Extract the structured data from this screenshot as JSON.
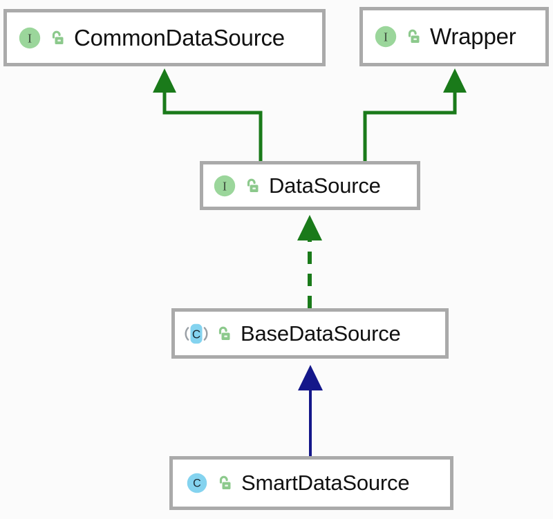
{
  "diagram": {
    "type": "uml-class-diagram",
    "background_color": "#fbfbfb",
    "node_border_color": "#aaaaaa",
    "node_fill_color": "#ffffff",
    "colors": {
      "interface_icon": "#9bd69b",
      "class_icon": "#84d3ef",
      "abstract_class_icon": "#84d3ef",
      "abstract_arc": "#9aa0a6",
      "lock_icon": "#8cc98c",
      "implements_edge": "#1a7a1a",
      "extends_edge": "#14178a",
      "label_text": "#111111"
    },
    "nodes": [
      {
        "id": "common-data-source",
        "label": "CommonDataSource",
        "kind": "interface",
        "kind_letter": "I",
        "visibility": "public",
        "visibility_icon": "unlocked-padlock-icon"
      },
      {
        "id": "wrapper",
        "label": "Wrapper",
        "kind": "interface",
        "kind_letter": "I",
        "visibility": "public",
        "visibility_icon": "unlocked-padlock-icon"
      },
      {
        "id": "data-source",
        "label": "DataSource",
        "kind": "interface",
        "kind_letter": "I",
        "visibility": "public",
        "visibility_icon": "unlocked-padlock-icon"
      },
      {
        "id": "base-data-source",
        "label": "BaseDataSource",
        "kind": "abstract-class",
        "kind_letter": "C",
        "visibility": "public",
        "visibility_icon": "unlocked-padlock-icon"
      },
      {
        "id": "smart-data-source",
        "label": "SmartDataSource",
        "kind": "class",
        "kind_letter": "C",
        "visibility": "public",
        "visibility_icon": "unlocked-padlock-icon"
      }
    ],
    "edges": [
      {
        "id": "edge-datasource-to-commondatasource",
        "from": "data-source",
        "to": "common-data-source",
        "relation": "extends",
        "style": "solid",
        "color": "#1a7a1a",
        "arrow": "filled-triangle"
      },
      {
        "id": "edge-datasource-to-wrapper",
        "from": "data-source",
        "to": "wrapper",
        "relation": "extends",
        "style": "solid",
        "color": "#1a7a1a",
        "arrow": "filled-triangle"
      },
      {
        "id": "edge-basedatasource-to-datasource",
        "from": "base-data-source",
        "to": "data-source",
        "relation": "implements",
        "style": "dashed",
        "color": "#1a7a1a",
        "arrow": "filled-triangle"
      },
      {
        "id": "edge-smartdatasource-to-basedatasource",
        "from": "smart-data-source",
        "to": "base-data-source",
        "relation": "extends",
        "style": "solid",
        "color": "#14178a",
        "arrow": "filled-triangle"
      }
    ]
  }
}
